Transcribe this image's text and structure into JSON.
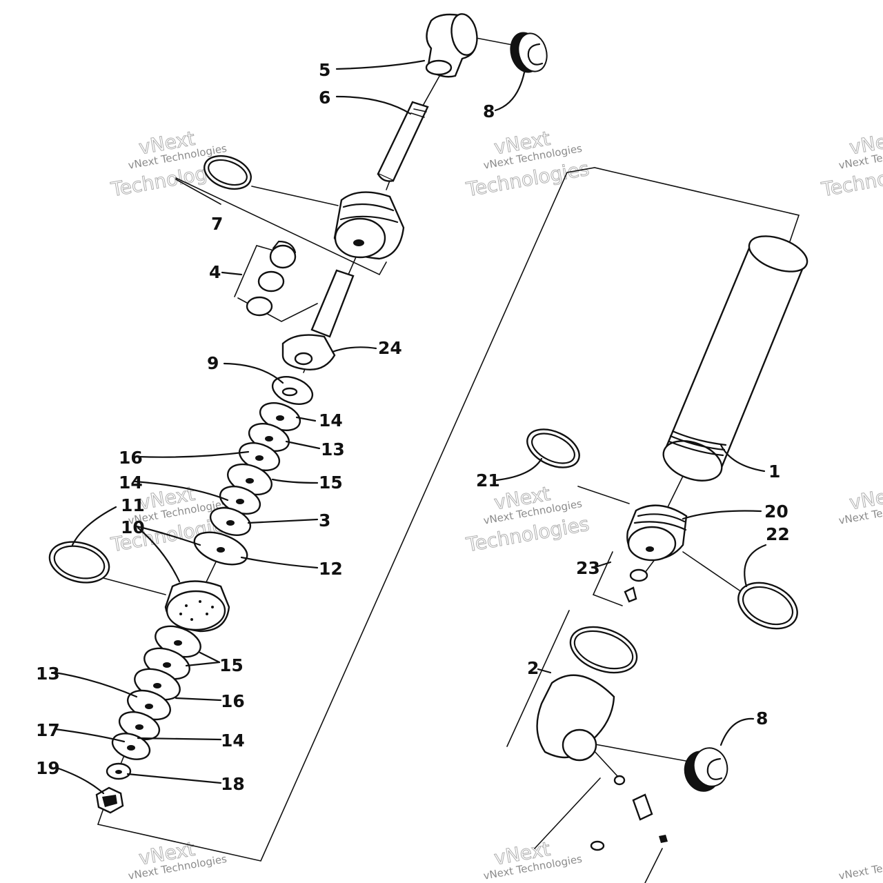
{
  "callouts": {
    "c1": "1",
    "c2": "2",
    "c3": "3",
    "c4": "4",
    "c5": "5",
    "c6": "6",
    "c7": "7",
    "c8a": "8",
    "c8b": "8",
    "c9": "9",
    "c10": "10",
    "c11": "11",
    "c12": "12",
    "c13a": "13",
    "c13b": "13",
    "c14a": "14",
    "c14b": "14",
    "c14c": "14",
    "c15a": "15",
    "c15b": "15",
    "c16a": "16",
    "c16b": "16",
    "c17": "17",
    "c18": "18",
    "c19": "19",
    "c20": "20",
    "c21": "21",
    "c22": "22",
    "c23": "23",
    "c24": "24"
  },
  "watermark": {
    "line1": "vNext Technologies",
    "line2": "Technologies",
    "logo": "vNext"
  }
}
